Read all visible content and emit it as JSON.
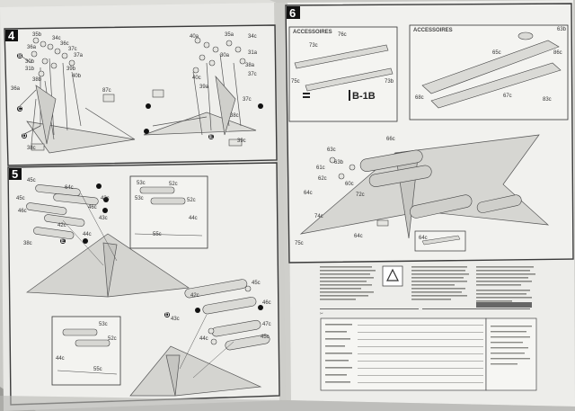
{
  "steps": [
    {
      "number": "4"
    },
    {
      "number": "5"
    },
    {
      "number": "6"
    }
  ],
  "step4": {
    "labels": [
      "35b",
      "34c",
      "36c",
      "37c",
      "36a",
      "37a",
      "30b",
      "31b",
      "39b",
      "40b",
      "38b",
      "40c",
      "40a",
      "35a",
      "34c",
      "30a",
      "31a",
      "38a",
      "37c",
      "39a",
      "38c",
      "39c",
      "36a",
      "87c",
      "37c",
      "38c",
      "B",
      "C",
      "D",
      "E"
    ]
  },
  "step5": {
    "labels": [
      "45c",
      "64c",
      "43c",
      "45c",
      "46c",
      "46c",
      "43c",
      "44c",
      "38c",
      "42c",
      "53c",
      "52c",
      "53c",
      "52c",
      "44c",
      "55c",
      "45c",
      "46c",
      "42c",
      "43c",
      "47c",
      "44c",
      "45c",
      "53c",
      "52c",
      "44c",
      "55c",
      "D",
      "E"
    ]
  },
  "step6": {
    "heading_left": "ACCESSOIRES",
    "heading_right": "ACCESSOIRES",
    "model": "B-1B",
    "labels": [
      "73c",
      "76c",
      "73b",
      "75c",
      "65c",
      "67c",
      "68c",
      "63c",
      "66c",
      "63b",
      "61c",
      "62c",
      "60c",
      "72c",
      "64c",
      "74c",
      "75c",
      "64c",
      "64c",
      "63b",
      "83c",
      "86c"
    ]
  }
}
